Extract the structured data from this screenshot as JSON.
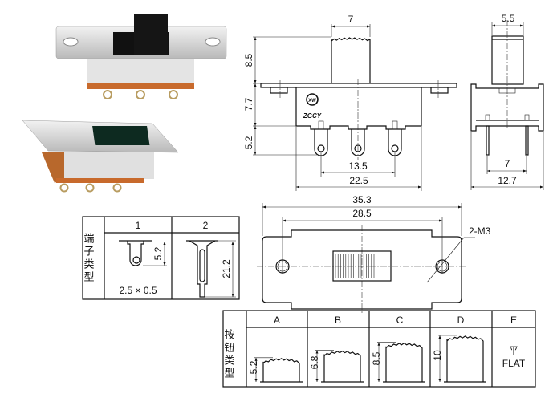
{
  "front_view": {
    "actuator_width": "7",
    "actuator_height": "8.5",
    "body_height": "7.7",
    "terminal_length": "5.2",
    "terminal_pitch": "13.5",
    "body_length": "22.5",
    "logo_text": "ZGCY",
    "logo_badge": "XW"
  },
  "side_view": {
    "actuator_width": "5.5",
    "pin_spacing": "7",
    "body_width": "12.7"
  },
  "bottom_view": {
    "overall_length": "35.3",
    "hole_spacing": "28.5",
    "hole_label": "2-M3"
  },
  "terminal_types": {
    "title": "端子类型",
    "columns": [
      {
        "label": "1",
        "dim": "5.2",
        "size": "2.5 × 0.5"
      },
      {
        "label": "2",
        "dim": "21.2"
      }
    ]
  },
  "button_types": {
    "title": "按钮类型",
    "columns": [
      {
        "label": "A",
        "dim": "5.2",
        "height": 5.2
      },
      {
        "label": "B",
        "dim": "6.8",
        "height": 6.8
      },
      {
        "label": "C",
        "dim": "8.5",
        "height": 8.5
      },
      {
        "label": "D",
        "dim": "10",
        "height": 10
      },
      {
        "label": "E",
        "text_cn": "平",
        "text_en": "FLAT"
      }
    ]
  },
  "colors": {
    "metal": "#d8d8d8",
    "actuator": "#111111",
    "base": "#c86a2c"
  }
}
